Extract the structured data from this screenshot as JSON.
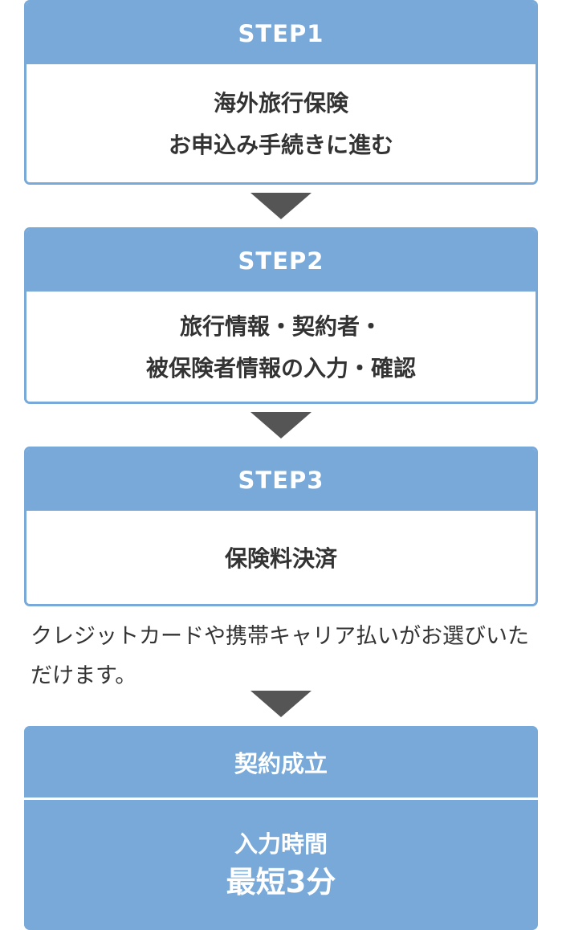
{
  "steps": [
    {
      "header": "STEP1",
      "lines": [
        "海外旅行保険",
        "お申込み手続きに進む"
      ]
    },
    {
      "header": "STEP2",
      "lines": [
        "旅行情報・契約者・",
        "被保険者情報の入力・確認"
      ]
    },
    {
      "header": "STEP3",
      "lines": [
        "保険料決済"
      ]
    }
  ],
  "note": "クレジットカードや携帯キャリア払いがお選びいただけます。",
  "result": {
    "header": "契約成立",
    "label": "入力時間",
    "time": "最短3分"
  },
  "colors": {
    "accent": "#78a9d8",
    "arrow": "#555555",
    "text": "#333333"
  }
}
